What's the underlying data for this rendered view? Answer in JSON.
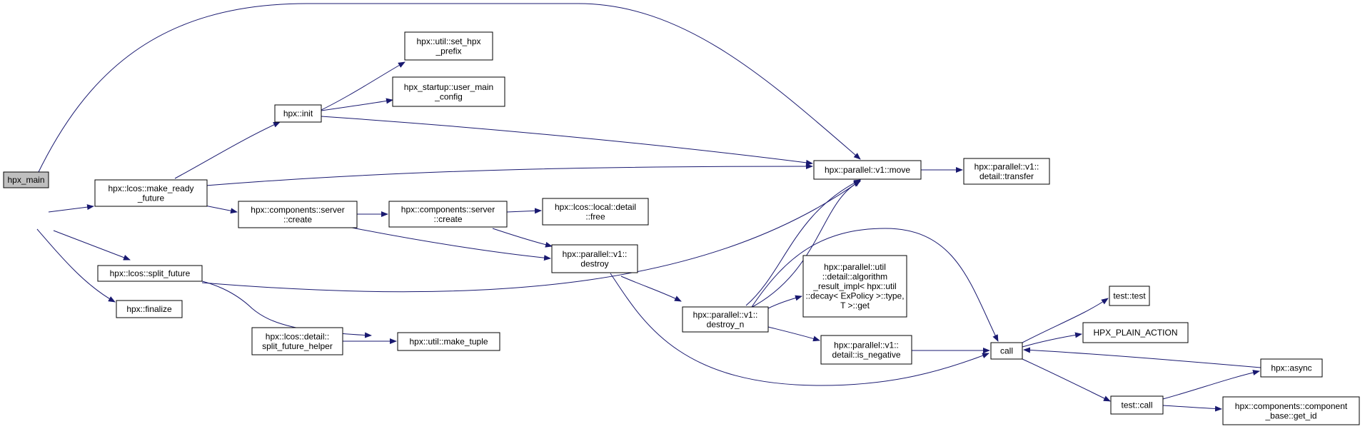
{
  "colors": {
    "edge": "#191970",
    "node_border": "#000000",
    "node_fill": "#ffffff",
    "root_fill": "#bfbfbf"
  },
  "nodes": {
    "hpx_main": [
      "hpx_main"
    ],
    "make_ready_future": [
      "hpx::lcos::make_ready",
      "_future"
    ],
    "split_future": [
      "hpx::lcos::split_future"
    ],
    "finalize": [
      "hpx::finalize"
    ],
    "init": [
      "hpx::init"
    ],
    "set_hpx_prefix": [
      "hpx::util::set_hpx",
      "_prefix"
    ],
    "user_main_config": [
      "hpx_startup::user_main",
      "_config"
    ],
    "parallel_move": [
      "hpx::parallel::v1::move"
    ],
    "detail_transfer": [
      "hpx::parallel::v1::",
      "detail::transfer"
    ],
    "server_create_1": [
      "hpx::components::server",
      "::create"
    ],
    "server_create_2": [
      "hpx::components::server",
      "::create"
    ],
    "detail_free": [
      "hpx::lcos::local::detail",
      "::free"
    ],
    "destroy": [
      "hpx::parallel::v1::",
      "destroy"
    ],
    "destroy_n": [
      "hpx::parallel::v1::",
      "destroy_n"
    ],
    "algorithm_result": [
      "hpx::parallel::util",
      "::detail::algorithm",
      "_result_impl< hpx::util",
      "::decay< ExPolicy >::type,",
      "T >::get"
    ],
    "is_negative": [
      "hpx::parallel::v1::",
      "detail::is_negative"
    ],
    "split_future_helper": [
      "hpx::lcos::detail::",
      "split_future_helper"
    ],
    "make_tuple": [
      "hpx::util::make_tuple"
    ],
    "call": [
      "call"
    ],
    "test_test": [
      "test::test"
    ],
    "hpx_plain_action": [
      "HPX_PLAIN_ACTION"
    ],
    "hpx_async": [
      "hpx::async"
    ],
    "test_call": [
      "test::call"
    ],
    "get_id": [
      "hpx::components::component",
      "_base::get_id"
    ]
  }
}
